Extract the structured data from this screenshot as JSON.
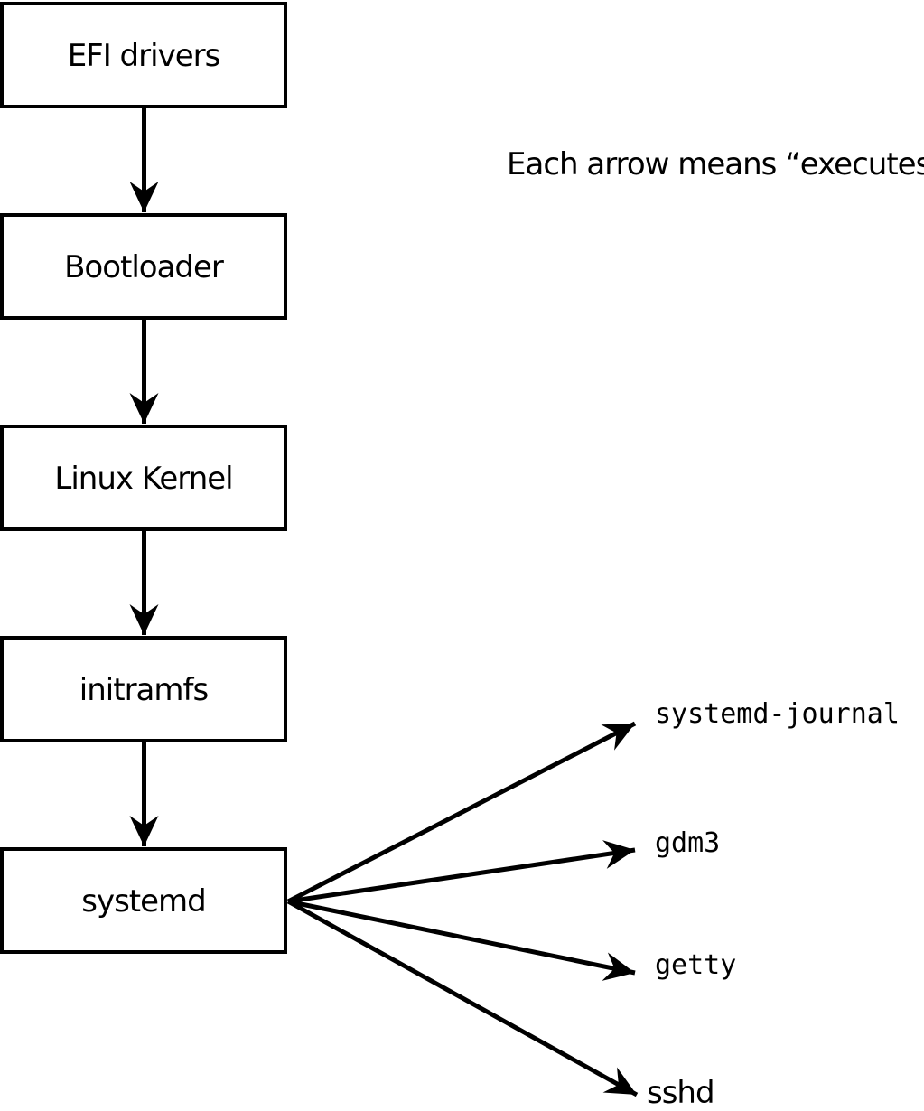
{
  "note": {
    "text": "Each arrow means “executes”."
  },
  "colors": {
    "ink": "#000000",
    "background": "#ffffff",
    "box_fill": "#ffffff"
  },
  "diagram": {
    "type": "flowchart",
    "arrow_semantics": "executes",
    "boot_chain": [
      {
        "label": "EFI drivers"
      },
      {
        "label": "Bootloader"
      },
      {
        "label": "Linux Kernel"
      },
      {
        "label": "initramfs"
      },
      {
        "label": "systemd"
      }
    ],
    "spawned_services": [
      {
        "label": "systemd-journal"
      },
      {
        "label": "gdm3"
      },
      {
        "label": "getty"
      },
      {
        "label": "sshd"
      }
    ],
    "edges": [
      {
        "from": "EFI drivers",
        "to": "Bootloader",
        "relation": "executes"
      },
      {
        "from": "Bootloader",
        "to": "Linux Kernel",
        "relation": "executes"
      },
      {
        "from": "Linux Kernel",
        "to": "initramfs",
        "relation": "executes"
      },
      {
        "from": "initramfs",
        "to": "systemd",
        "relation": "executes"
      },
      {
        "from": "systemd",
        "to": "systemd-journal",
        "relation": "executes"
      },
      {
        "from": "systemd",
        "to": "gdm3",
        "relation": "executes"
      },
      {
        "from": "systemd",
        "to": "getty",
        "relation": "executes"
      },
      {
        "from": "systemd",
        "to": "sshd",
        "relation": "executes"
      }
    ]
  }
}
